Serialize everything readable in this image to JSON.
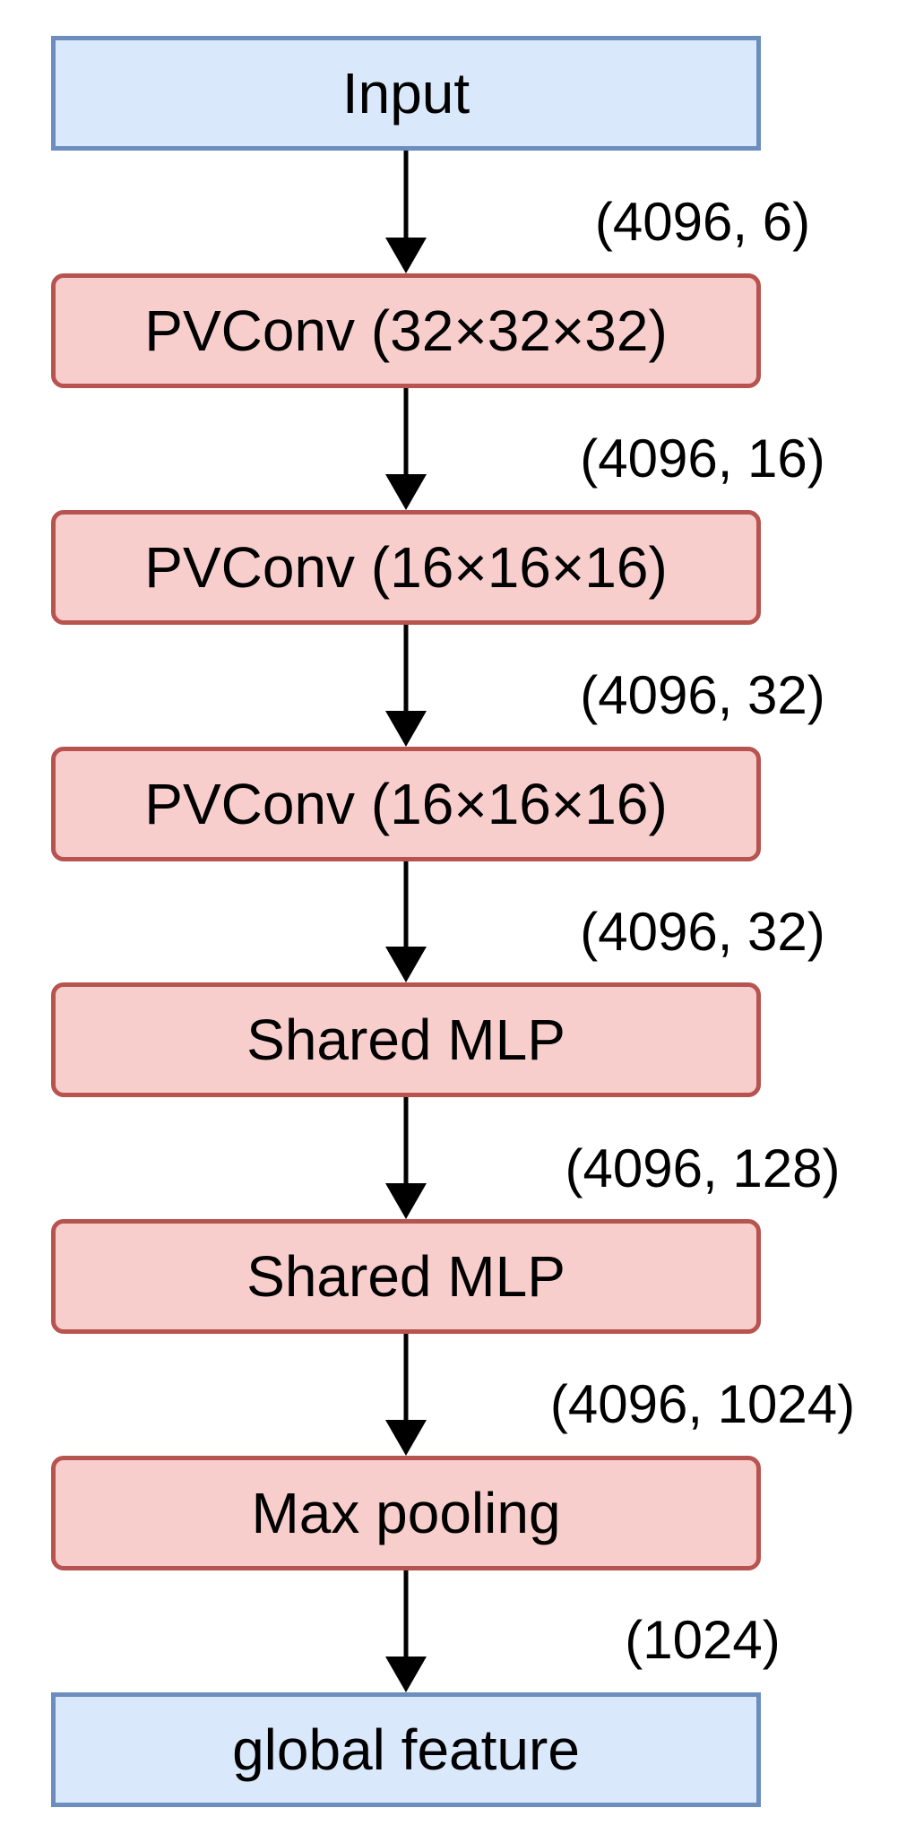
{
  "colors": {
    "io_fill": "#dae8fc",
    "io_stroke": "#6c8ebf",
    "op_fill": "#f8cecc",
    "op_stroke": "#b85450",
    "arrow": "#000000"
  },
  "nodes": [
    {
      "id": "input",
      "label": "Input",
      "kind": "io"
    },
    {
      "id": "pvconv-1",
      "label": "PVConv (32×32×32)",
      "kind": "op"
    },
    {
      "id": "pvconv-2",
      "label": "PVConv (16×16×16)",
      "kind": "op"
    },
    {
      "id": "pvconv-3",
      "label": "PVConv (16×16×16)",
      "kind": "op"
    },
    {
      "id": "shared-mlp-1",
      "label": "Shared MLP",
      "kind": "op"
    },
    {
      "id": "shared-mlp-2",
      "label": "Shared MLP",
      "kind": "op"
    },
    {
      "id": "max-pooling",
      "label": "Max pooling",
      "kind": "op"
    },
    {
      "id": "global-feature",
      "label": "global feature",
      "kind": "io"
    }
  ],
  "edges": [
    {
      "from": "input",
      "to": "pvconv-1",
      "shape": "(4096, 6)"
    },
    {
      "from": "pvconv-1",
      "to": "pvconv-2",
      "shape": "(4096, 16)"
    },
    {
      "from": "pvconv-2",
      "to": "pvconv-3",
      "shape": "(4096, 32)"
    },
    {
      "from": "pvconv-3",
      "to": "shared-mlp-1",
      "shape": "(4096, 32)"
    },
    {
      "from": "shared-mlp-1",
      "to": "shared-mlp-2",
      "shape": "(4096, 128)"
    },
    {
      "from": "shared-mlp-2",
      "to": "max-pooling",
      "shape": "(4096, 1024)"
    },
    {
      "from": "max-pooling",
      "to": "global-feature",
      "shape": "(1024)"
    }
  ]
}
